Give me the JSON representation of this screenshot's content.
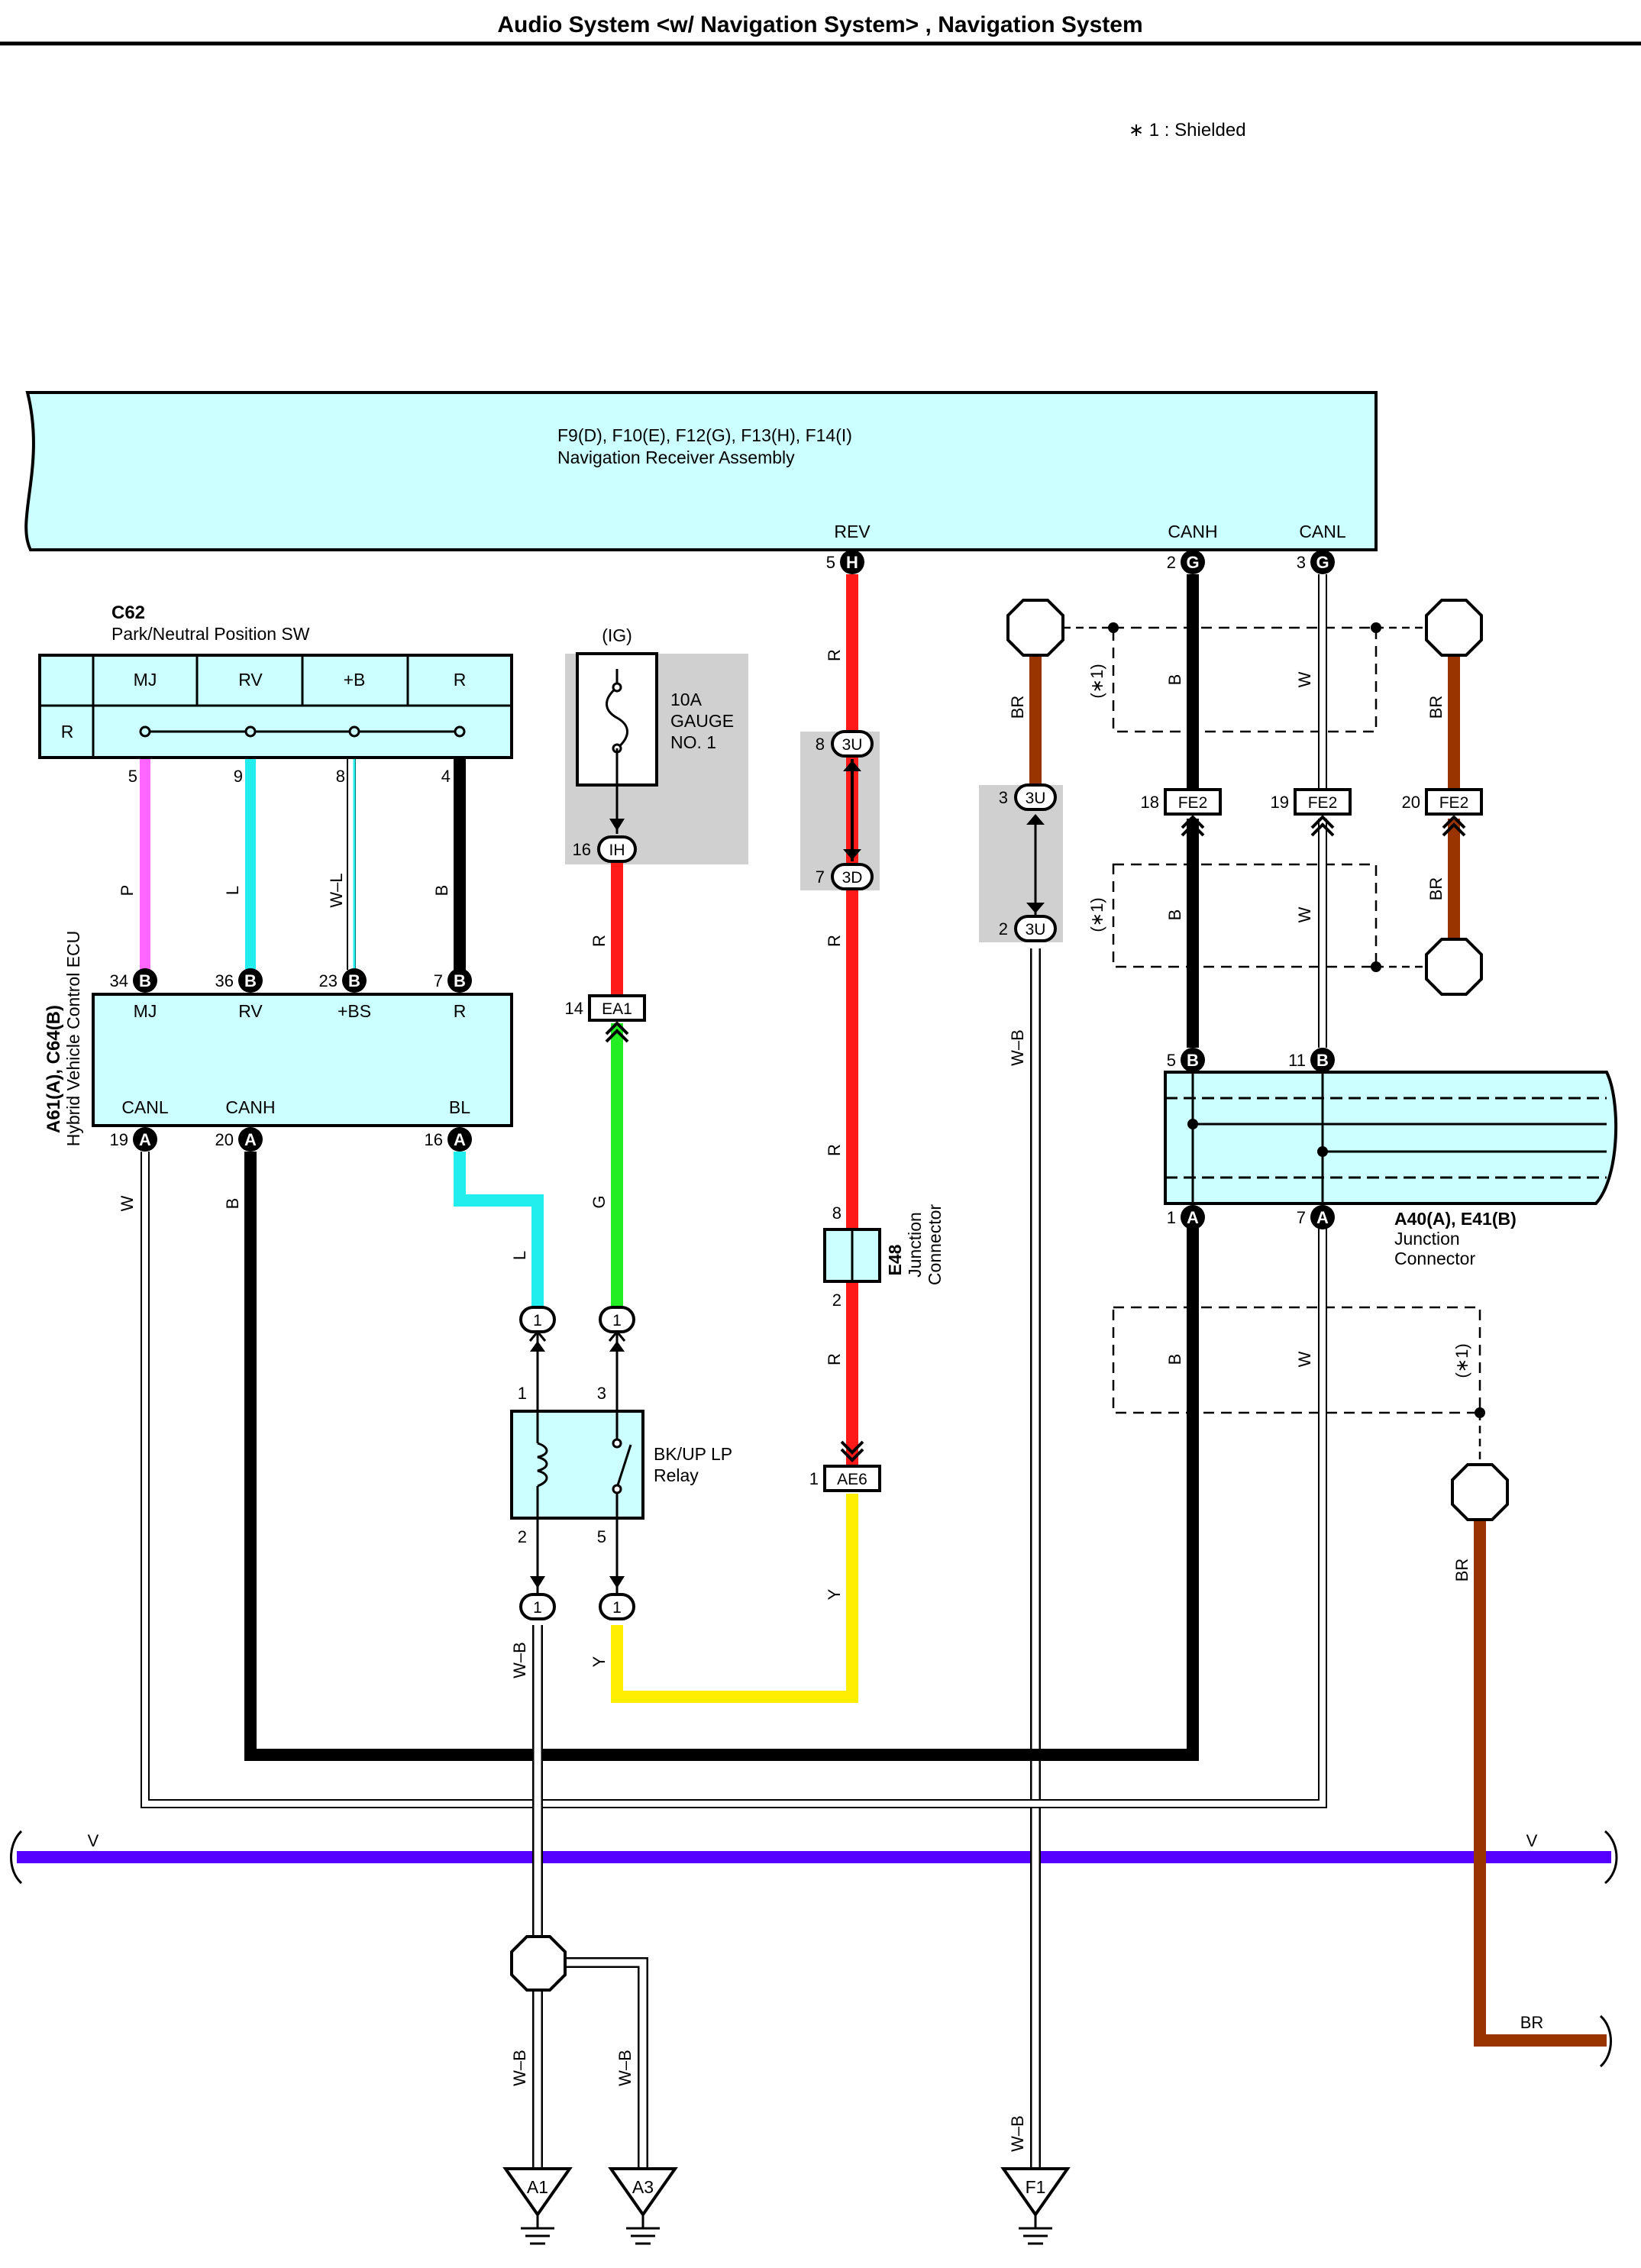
{
  "header": {
    "title": "Audio System <w/ Navigation System> , Navigation System"
  },
  "notes": {
    "shielded": "∗ 1 : Shielded"
  },
  "nav_receiver": {
    "codes": "F9(D), F10(E), F12(G), F13(H), F14(I)",
    "name": "Navigation Receiver Assembly",
    "terminals": [
      {
        "label": "REV",
        "pin": "5",
        "conn": "H"
      },
      {
        "label": "CANH",
        "pin": "2",
        "conn": "G"
      },
      {
        "label": "CANL",
        "pin": "3",
        "conn": "G"
      }
    ]
  },
  "park_switch": {
    "code": "C62",
    "name": "Park/Neutral Position SW",
    "columns": [
      "MJ",
      "RV",
      "+B",
      "R"
    ],
    "row_label": "R",
    "pins": [
      "5",
      "9",
      "8",
      "4"
    ]
  },
  "fuse": {
    "source": "(IG)",
    "rating": "10A",
    "name_line1": "GAUGE",
    "name_line2": "NO. 1",
    "pin": "16",
    "conn": "IH"
  },
  "hv_ecu": {
    "codes": "A61(A), C64(B)",
    "name": "Hybrid Vehicle Control ECU",
    "top_terminals": [
      {
        "label": "MJ",
        "pin": "34",
        "conn": "B"
      },
      {
        "label": "RV",
        "pin": "36",
        "conn": "B"
      },
      {
        "label": "+BS",
        "pin": "23",
        "conn": "B"
      },
      {
        "label": "R",
        "pin": "7",
        "conn": "B"
      }
    ],
    "bottom_terminals": [
      {
        "label": "CANL",
        "pin": "19",
        "conn": "A"
      },
      {
        "label": "CANH",
        "pin": "20",
        "conn": "A"
      },
      {
        "label": "BL",
        "pin": "16",
        "conn": "A"
      }
    ]
  },
  "connectors": {
    "ea1": {
      "pin": "14",
      "code": "EA1"
    },
    "c3u_8": {
      "pin": "8",
      "code": "3U"
    },
    "c3d_7": {
      "pin": "7",
      "code": "3D"
    },
    "c3u_3": {
      "pin": "3",
      "code": "3U"
    },
    "c3u_2": {
      "pin": "2",
      "code": "3U"
    },
    "fe2_18": {
      "pin": "18",
      "code": "FE2"
    },
    "fe2_19": {
      "pin": "19",
      "code": "FE2"
    },
    "fe2_20": {
      "pin": "20",
      "code": "FE2"
    },
    "ae6": {
      "pin": "1",
      "code": "AE6"
    },
    "relay_in_l": "1",
    "relay_in_g": "1",
    "relay_out_wb": "1",
    "relay_out_y": "1"
  },
  "e48": {
    "code": "E48",
    "name_line1": "Junction",
    "name_line2": "Connector",
    "pin_top": "8",
    "pin_bottom": "2"
  },
  "relay": {
    "name_line1": "BK/UP LP",
    "name_line2": "Relay",
    "pins": [
      "1",
      "3",
      "2",
      "5"
    ]
  },
  "junction_connector": {
    "codes": "A40(A), E41(B)",
    "name_line1": "Junction",
    "name_line2": "Connector",
    "pins": [
      {
        "pin": "5",
        "conn": "B"
      },
      {
        "pin": "11",
        "conn": "B"
      },
      {
        "pin": "1",
        "conn": "A"
      },
      {
        "pin": "7",
        "conn": "A"
      }
    ]
  },
  "shield_marks": [
    "(∗1)",
    "(∗1)",
    "(∗1)"
  ],
  "wire_labels": {
    "P": "P",
    "L": "L",
    "WL": "W–L",
    "B": "B",
    "R": "R",
    "G": "G",
    "Y": "Y",
    "W": "W",
    "BR": "BR",
    "WB": "W–B",
    "V": "V"
  },
  "grounds": [
    "A1",
    "A3",
    "F1"
  ],
  "colors": {
    "panel": "#ccffff",
    "shade": "#d0d0d0",
    "red": "#ff1a1a",
    "green": "#22ee22",
    "cyan": "#22eeee",
    "pink": "#ff66ff",
    "yellow": "#ffee00",
    "brown": "#993300",
    "violet": "#5500ff",
    "black": "#000000"
  }
}
